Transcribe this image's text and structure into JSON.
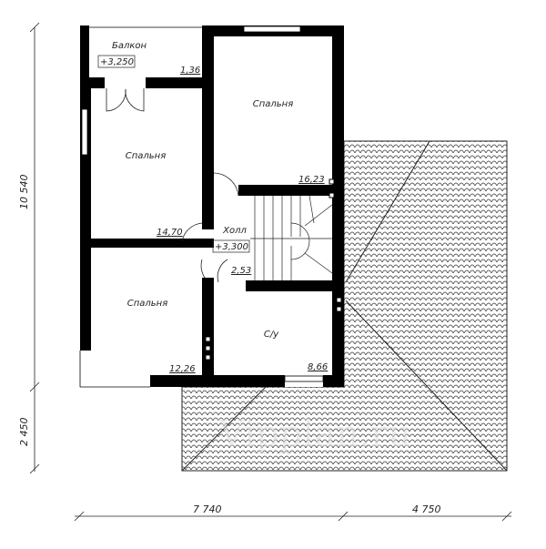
{
  "rooms": [
    {
      "name": "Балкон",
      "area": "1,36",
      "level": "+3,250"
    },
    {
      "name": "Спальня",
      "area": "16,23"
    },
    {
      "name": "Спальня",
      "area": "14,70"
    },
    {
      "name": "Холл",
      "area": "2,53",
      "level": "+3,300"
    },
    {
      "name": "Спальня",
      "area": "12,26"
    },
    {
      "name": "С/у",
      "area": "8,66"
    }
  ],
  "dimensions": {
    "vertical": [
      "10 540",
      "2 450"
    ],
    "horizontal": [
      "7 740",
      "4 750"
    ]
  },
  "watermark": "Vipplan.ru",
  "colors": {
    "wall": "#000000",
    "line": "#222222"
  }
}
